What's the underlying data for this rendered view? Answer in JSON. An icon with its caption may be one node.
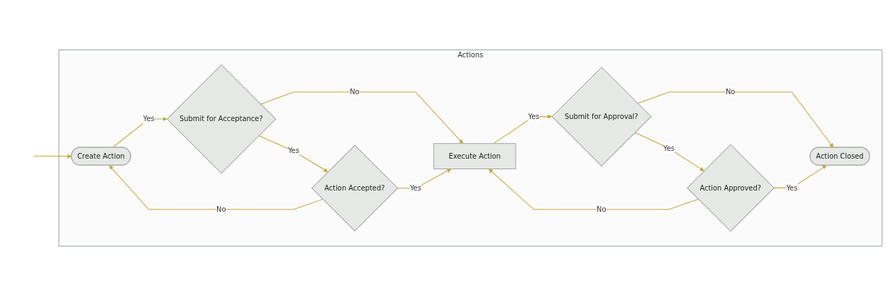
{
  "diagram": {
    "nodes": [
      {
        "text": [
          "Actions"
        ]
      },
      {
        "text": [
          "Create Action"
        ],
        "in": 0
      },
      {
        "text": [
          "Submit for Acceptance?"
        ],
        "in": 0
      },
      {
        "text": [
          "Action Accepted?"
        ],
        "in": 0
      },
      {
        "text": [
          "Execute Action"
        ],
        "in": 0
      },
      {
        "text": [
          "Submit for Approval?"
        ],
        "in": 0
      },
      {
        "text": [
          "Action Approved?"
        ],
        "in": 0
      },
      {
        "text": [
          "Action Closed"
        ],
        "in": 0
      }
    ],
    "edges": [
      {
        "from": null,
        "to": 1,
        "arrow": "to"
      },
      {
        "from": 1,
        "to": 2,
        "arrow": "to",
        "label": "Yes"
      },
      {
        "from": 2,
        "to": 4,
        "arrow": "to",
        "label": "No"
      },
      {
        "from": 2,
        "to": 3,
        "arrow": "to",
        "label": "Yes"
      },
      {
        "from": 3,
        "to": 1,
        "arrow": "to",
        "label": "No"
      },
      {
        "from": 3,
        "to": 4,
        "arrow": "to",
        "label": "Yes"
      },
      {
        "from": 4,
        "to": 5,
        "arrow": "to",
        "label": "Yes"
      },
      {
        "from": 5,
        "to": 7,
        "arrow": "to",
        "label": "No"
      },
      {
        "from": 5,
        "to": 6,
        "arrow": "to",
        "label": "Yes"
      },
      {
        "from": 6,
        "to": 4,
        "arrow": "to",
        "label": "No"
      },
      {
        "from": 6,
        "to": 7,
        "arrow": "to",
        "label": "Yes"
      }
    ]
  }
}
